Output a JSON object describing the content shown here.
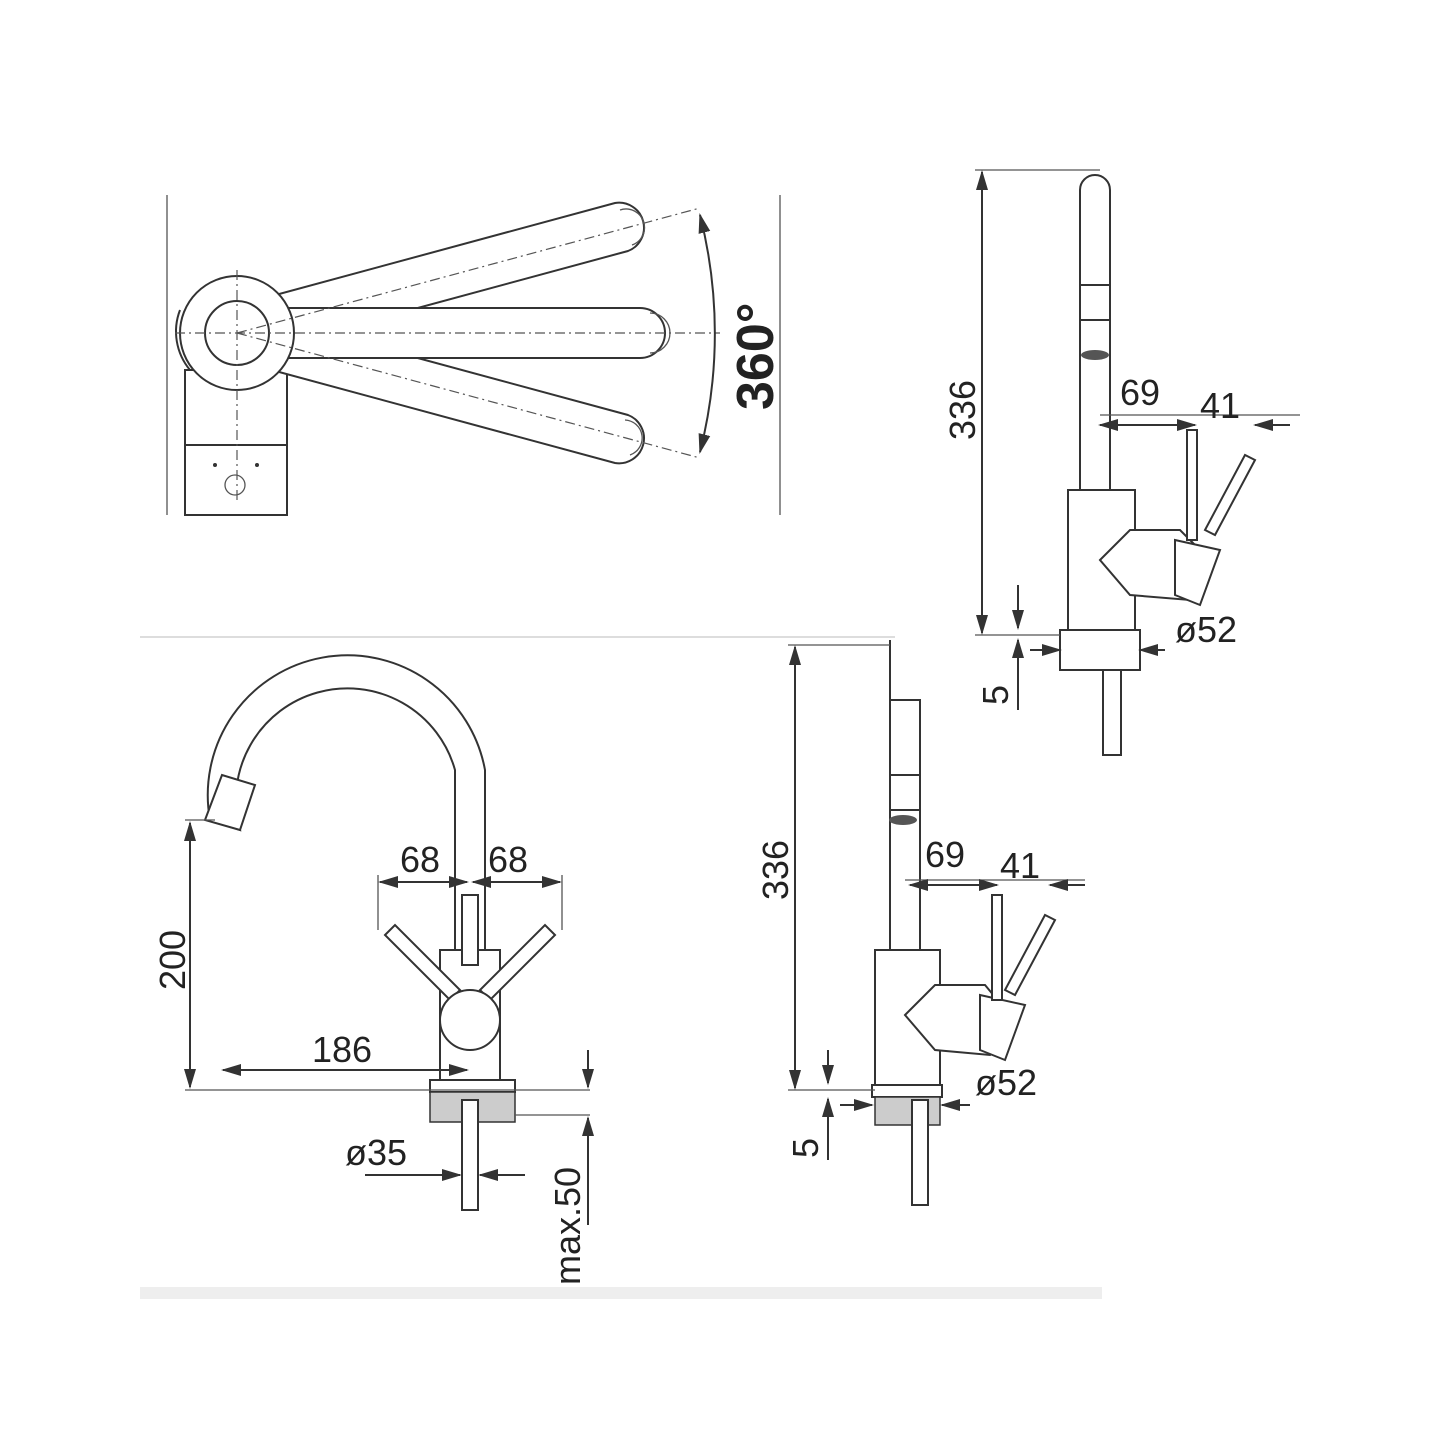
{
  "top_view": {
    "rotation_label": "360°"
  },
  "side_view_top": {
    "height": "336",
    "dim_a": "69",
    "dim_b": "41",
    "diameter": "ø52",
    "thickness": "5"
  },
  "front_view": {
    "lever_left": "68",
    "lever_right": "68",
    "spout_height": "200",
    "reach": "186",
    "diameter": "ø35",
    "max_thickness": "max.50"
  },
  "side_view_bottom": {
    "height": "336",
    "dim_a": "69",
    "dim_b": "41",
    "diameter": "ø52",
    "thickness": "5"
  },
  "colors": {
    "line": "#333333",
    "band": "#eeeeee"
  }
}
